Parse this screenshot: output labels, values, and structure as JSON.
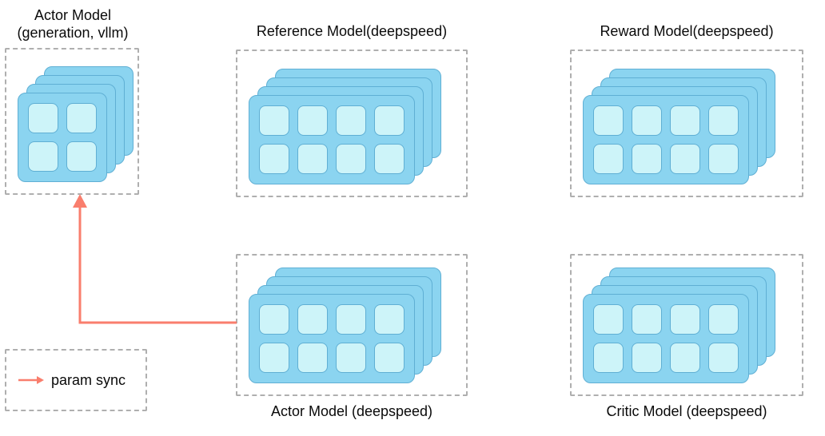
{
  "colors": {
    "card_fill": "#8BD4F0",
    "card_border": "#5FAFD4",
    "cell_fill": "#CDF4F9",
    "cell_border": "#5FAFD4",
    "arrow": "#F97E6D",
    "box_border": "#AFAFAF"
  },
  "nodes": [
    {
      "id": "actor-vllm",
      "label_lines": [
        "Actor Model",
        "(generation, vllm)"
      ],
      "label_position": "top",
      "grid_rows": 2,
      "grid_cols": 2,
      "stack": 4
    },
    {
      "id": "reference-model",
      "label_lines": [
        "Reference Model(deepspeed)"
      ],
      "label_position": "top",
      "grid_rows": 2,
      "grid_cols": 4,
      "stack": 4
    },
    {
      "id": "reward-model",
      "label_lines": [
        "Reward Model(deepspeed)"
      ],
      "label_position": "top",
      "grid_rows": 2,
      "grid_cols": 4,
      "stack": 4
    },
    {
      "id": "actor-deepspeed",
      "label_lines": [
        "Actor Model (deepspeed)"
      ],
      "label_position": "bottom",
      "grid_rows": 2,
      "grid_cols": 4,
      "stack": 4
    },
    {
      "id": "critic-model",
      "label_lines": [
        "Critic Model (deepspeed)"
      ],
      "label_position": "bottom",
      "grid_rows": 2,
      "grid_cols": 4,
      "stack": 4
    }
  ],
  "arrows": [
    {
      "from": "actor-deepspeed",
      "to": "actor-vllm",
      "meaning": "param sync"
    }
  ],
  "legend": {
    "label": "param sync"
  }
}
